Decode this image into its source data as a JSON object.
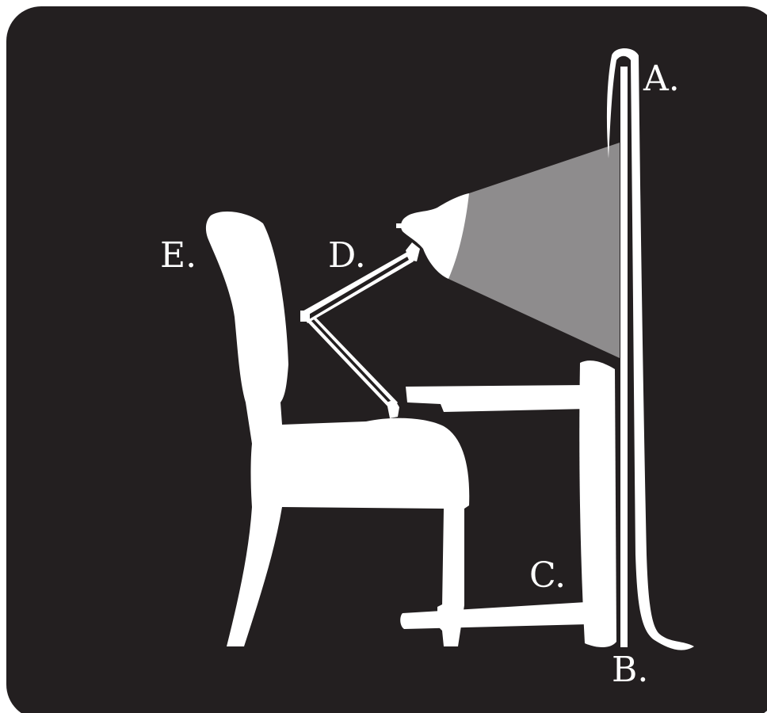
{
  "labels": {
    "a": "A.",
    "b": "B.",
    "c": "C.",
    "d": "D.",
    "e": "E."
  },
  "colors": {
    "background": "#231f20",
    "foreground": "#ffffff",
    "light_beam": "#8e8c8d"
  }
}
